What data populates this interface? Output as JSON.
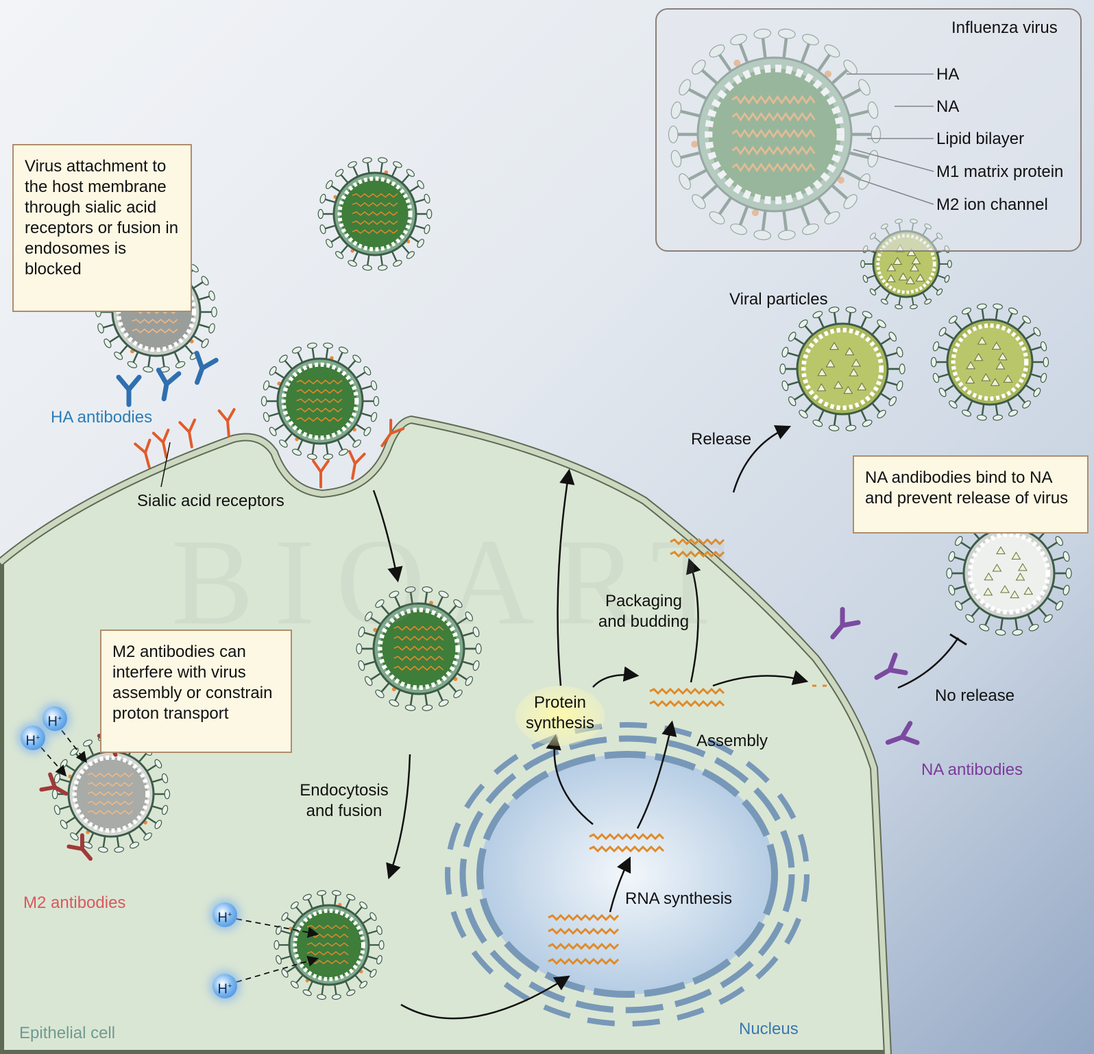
{
  "inset": {
    "title": "Influenza virus",
    "labels": [
      "HA",
      "NA",
      "Lipid bilayer",
      "M1 matrix protein",
      "M2 ion channel"
    ]
  },
  "boxes": {
    "attachment": "Virus attachment to\nthe host membrane\nthrough sialic acid\nreceptors or fusion in\nendosomes is\nblocked",
    "m2": "M2 antibodies can\ninterfere with virus\nassembly or constrain\nproton transport",
    "na": "NA andibodies bind to NA\nand prevent release of virus"
  },
  "labels": {
    "ha_antibodies": "HA antibodies",
    "sialic_acid_receptors": "Sialic acid receptors",
    "viral_particles": "Viral particles",
    "release": "Release",
    "packaging_budding": "Packaging\nand budding",
    "protein_synthesis": "Protein\nsynthesis",
    "assembly": "Assembly",
    "no_release": "No release",
    "na_antibodies": "NA antibodies",
    "endocytosis_fusion": "Endocytosis\nand fusion",
    "rna_synthesis": "RNA synthesis",
    "m2_antibodies": "M2 antibodies",
    "epithelial_cell": "Epithelial cell",
    "nucleus": "Nucleus",
    "proton": "H",
    "proton_charge": "+",
    "watermark": "BIOART"
  },
  "colors": {
    "cell_fill": "#dae6d4",
    "membrane": "#cdd8c0",
    "membrane_edge": "#5f6a55",
    "virus_core": "#3f7d3a",
    "virus_shell": "#7faa8a",
    "rna": "#e08a2a",
    "sialic_receptor": "#e25b2a",
    "ha_antibody": "#2f6fb0",
    "m2_antibody": "#a03a3a",
    "na_antibody": "#7b4aa0",
    "nucleus_fill": "#bcd3ea",
    "nucleus_envelope": "#7898b8",
    "released_particle": "#b9c66a"
  },
  "icons": [
    "virus-icon",
    "antibody-icon",
    "rna-strand-icon",
    "proton-icon"
  ]
}
